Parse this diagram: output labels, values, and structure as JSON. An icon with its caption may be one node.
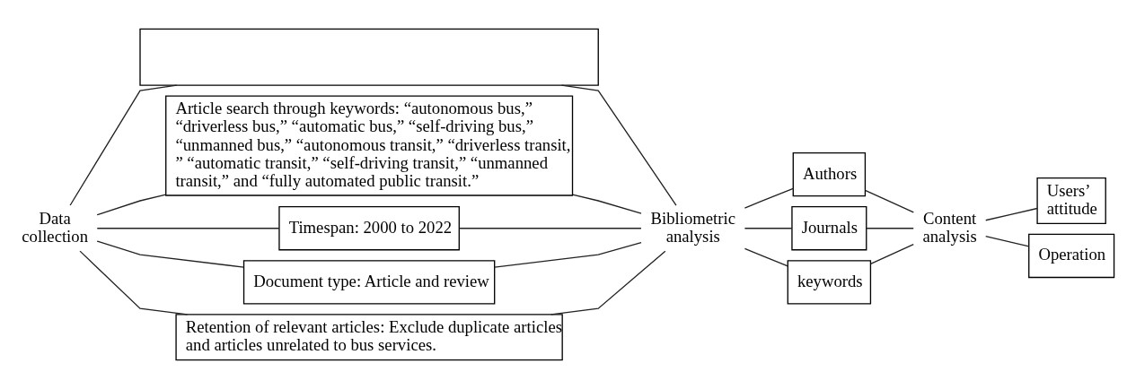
{
  "diagram": {
    "nodes": [
      {
        "text": [
          "Data collection"
        ]
      },
      {
        "text": [],
        "shape": "box"
      },
      {
        "text": [
          "Article search through keywords: “autonomous bus,” “driverless bus,” “automatic bus,” “self-driving bus,” “unmanned bus,” “autonomous transit,” “driverless transit, ” “automatic transit,” “self-driving transit,” “unmanned transit,” and “fully automated public transit.”"
        ]
      },
      {
        "text": [
          "Timespan: 2000 to 2022"
        ]
      },
      {
        "text": [
          "Document type: Article and review"
        ]
      },
      {
        "text": [
          "Retention of relevant articles: Exclude duplicate articles and articles unrelated to bus services."
        ]
      },
      {
        "text": [
          "Bibliometric analysis"
        ]
      },
      {
        "text": [
          "Authors"
        ]
      },
      {
        "text": [
          "Journals"
        ]
      },
      {
        "text": [
          "keywords"
        ]
      },
      {
        "text": [
          "Content analysis"
        ]
      },
      {
        "text": [
          "Users’ attitude"
        ]
      },
      {
        "text": [
          "Operation"
        ]
      }
    ],
    "edges": [
      {
        "from": 0,
        "to": 1,
        "arrow": "none"
      },
      {
        "from": 0,
        "to": 2,
        "arrow": "none"
      },
      {
        "from": 0,
        "to": 3,
        "arrow": "none"
      },
      {
        "from": 0,
        "to": 4,
        "arrow": "none"
      },
      {
        "from": 0,
        "to": 5,
        "arrow": "none"
      },
      {
        "from": 1,
        "to": 6,
        "arrow": "none"
      },
      {
        "from": 2,
        "to": 6,
        "arrow": "none"
      },
      {
        "from": 3,
        "to": 6,
        "arrow": "none"
      },
      {
        "from": 4,
        "to": 6,
        "arrow": "none"
      },
      {
        "from": 5,
        "to": 6,
        "arrow": "none"
      },
      {
        "from": 6,
        "to": 7,
        "arrow": "none"
      },
      {
        "from": 6,
        "to": 8,
        "arrow": "none"
      },
      {
        "from": 6,
        "to": 9,
        "arrow": "none"
      },
      {
        "from": 7,
        "to": 10,
        "arrow": "none"
      },
      {
        "from": 8,
        "to": 10,
        "arrow": "none"
      },
      {
        "from": 9,
        "to": 10,
        "arrow": "none"
      },
      {
        "from": 10,
        "to": 11,
        "arrow": "none"
      },
      {
        "from": 10,
        "to": 12,
        "arrow": "none"
      }
    ]
  }
}
